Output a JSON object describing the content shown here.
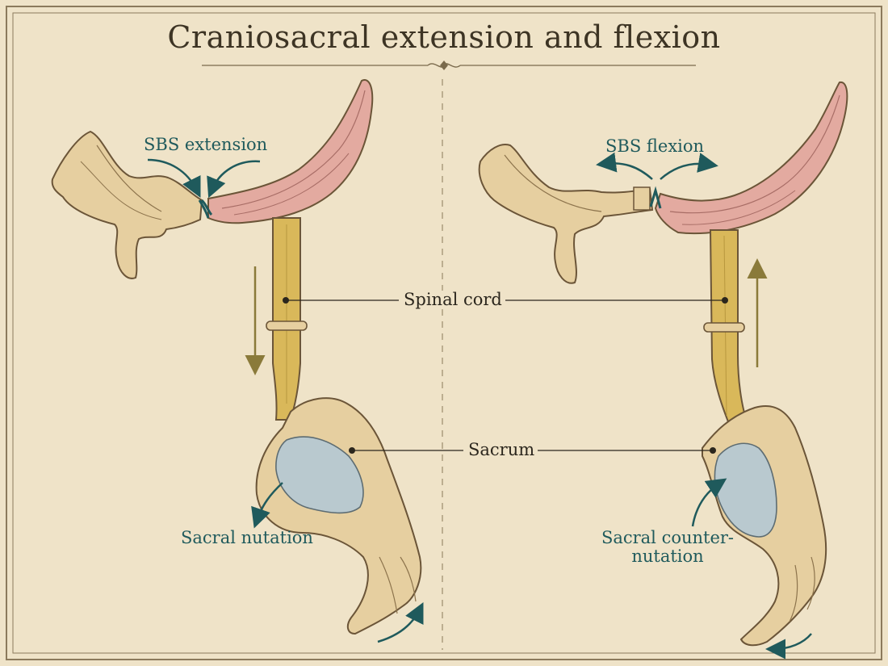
{
  "title": "Craniosacral extension and flexion",
  "labels": {
    "sbs_extension": "SBS extension",
    "sbs_flexion": "SBS flexion",
    "spinal_cord": "Spinal cord",
    "sacrum": "Sacrum",
    "sacral_nutation": "Sacral nutation",
    "sacral_counternutation_line1": "Sacral counter-",
    "sacral_counternutation_line2": "nutation"
  },
  "colors": {
    "parchment": "#efe3c8",
    "bone": "#e6cfa0",
    "bone_outline": "#6b5538",
    "occipital_pink": "#e3aaa0",
    "spinal_cord": "#d9b85a",
    "sacral_surface": "#b9c9cf",
    "annotation_teal": "#1f5a5c",
    "arrow_olive": "#8a7a3a",
    "frame": "#8b7a5c"
  }
}
